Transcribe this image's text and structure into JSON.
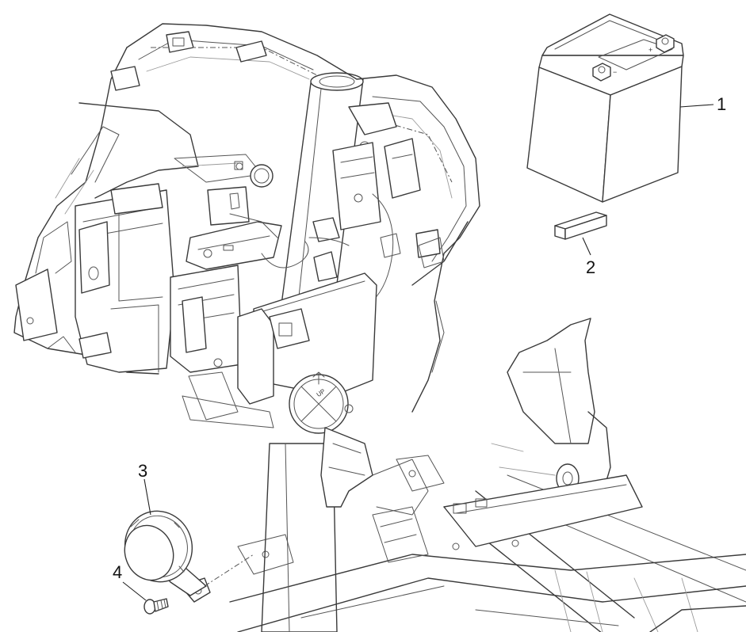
{
  "diagram": {
    "callouts": [
      {
        "id": "1",
        "label": "1"
      },
      {
        "id": "2",
        "label": "2"
      },
      {
        "id": "3",
        "label": "3"
      },
      {
        "id": "4",
        "label": "4"
      }
    ],
    "embossed_text": {
      "up_arrow": "UP",
      "battery_plus": "+",
      "battery_minus": "−"
    }
  }
}
